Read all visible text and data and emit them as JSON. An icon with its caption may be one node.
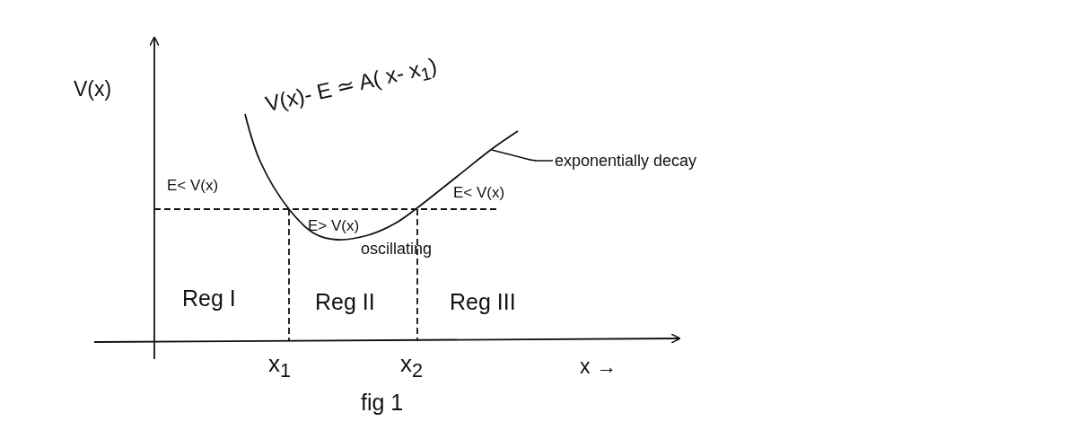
{
  "diagram": {
    "caption": "fig 1",
    "nodes": [
      {
        "text": [
          "exponentially decay"
        ]
      },
      {
        "text": [],
        "shape": "curve"
      }
    ],
    "edges": [
      {
        "from": 0,
        "to": 1,
        "arrow": "none"
      }
    ],
    "labels": [
      "V(x)",
      "V(x)- E  ≃ A( x- x$_{1}$)",
      "E< V(x)",
      "E< V(x)",
      "E> V(x)",
      "oscillating",
      "Reg I",
      "Reg II",
      "Reg III",
      "x$_{1}$",
      "x$_{2}$",
      "x →"
    ]
  }
}
